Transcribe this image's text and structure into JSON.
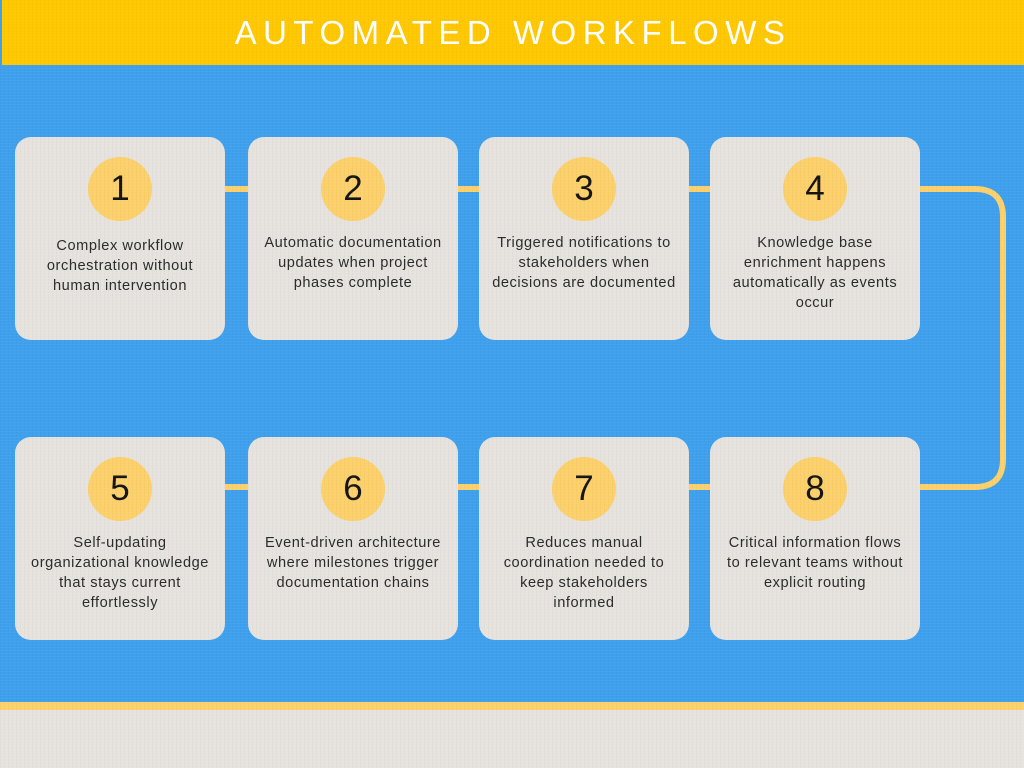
{
  "header": {
    "title": "AUTOMATED WORKFLOWS"
  },
  "colors": {
    "header_bar": "#FFC800",
    "background": "#3FA0EE",
    "card": "#E6E3DF",
    "badge": "#FCD06A",
    "connector": "#FCD06A",
    "text": "#2A2A2A",
    "title_text": "#FFFFFF",
    "footer_band": "#E6E3DF",
    "footer_rule": "#FCD06A"
  },
  "steps": [
    {
      "number": "1",
      "text": "Complex workflow orchestration without human intervention"
    },
    {
      "number": "2",
      "text": "Automatic documentation updates when project phases complete"
    },
    {
      "number": "3",
      "text": "Triggered notifications to stakeholders when decisions are documented"
    },
    {
      "number": "4",
      "text": "Knowledge base enrichment happens automatically as events occur"
    },
    {
      "number": "5",
      "text": "Self-updating organizational knowledge that stays current effortlessly"
    },
    {
      "number": "6",
      "text": "Event-driven architecture where milestones trigger documentation chains"
    },
    {
      "number": "7",
      "text": "Reduces manual coordination needed to keep stakeholders informed"
    },
    {
      "number": "8",
      "text": "Critical information flows to relevant teams without explicit routing"
    }
  ]
}
